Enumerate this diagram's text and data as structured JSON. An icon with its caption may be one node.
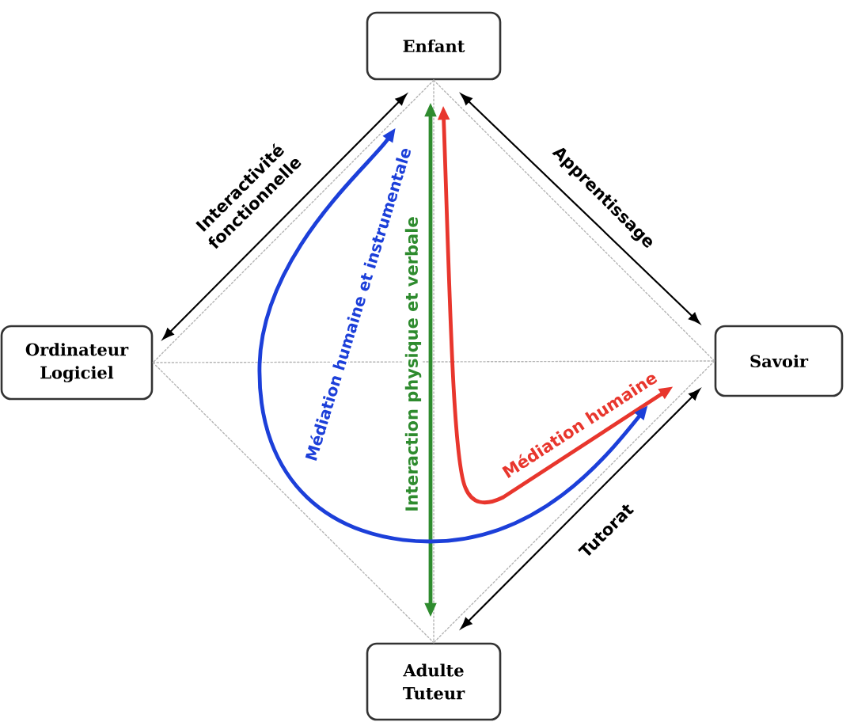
{
  "diagram": {
    "nodes": [
      {
        "text": [
          "Enfant"
        ]
      },
      {
        "text": [
          "Ordinateur Logiciel"
        ]
      },
      {
        "text": [
          "Savoir"
        ]
      },
      {
        "text": [
          "Adulte Tuteur"
        ]
      }
    ],
    "edges": [
      {
        "from": 0,
        "to": 1,
        "arrow": "none",
        "style": "dashed",
        "color": "#b4b4b4"
      },
      {
        "from": 0,
        "to": 2,
        "arrow": "none",
        "style": "dashed",
        "color": "#b4b4b4"
      },
      {
        "from": 1,
        "to": 2,
        "arrow": "none",
        "style": "dashed",
        "color": "#b4b4b4"
      },
      {
        "from": 0,
        "to": 3,
        "arrow": "none",
        "style": "dashed",
        "color": "#b4b4b4"
      },
      {
        "from": 1,
        "to": 3,
        "arrow": "none",
        "style": "dashed",
        "color": "#b4b4b4"
      },
      {
        "from": 2,
        "to": 3,
        "arrow": "none",
        "style": "dashed",
        "color": "#b4b4b4"
      },
      {
        "from": 1,
        "to": 0,
        "arrow": "both",
        "label": "Interactivité fonctionnelle",
        "color": "#000000"
      },
      {
        "from": 0,
        "to": 2,
        "arrow": "both",
        "label": "Apprentissage",
        "color": "#000000"
      },
      {
        "from": 2,
        "to": 3,
        "arrow": "both",
        "label": "Tutorat",
        "color": "#000000"
      },
      {
        "from": 0,
        "to": 3,
        "arrow": "both",
        "label": "Interaction physique et verbale",
        "style": "thick",
        "color": "#2e8b2e"
      },
      {
        "from": 0,
        "to": 2,
        "arrow": "both",
        "label": "Médiation humaine",
        "style": "thick",
        "color": "#e8362d"
      },
      {
        "from": 0,
        "to": 2,
        "arrow": "both",
        "label": "Médiation humaine et instrumentale",
        "style": "thick",
        "color": "#1c3fd9"
      }
    ]
  }
}
